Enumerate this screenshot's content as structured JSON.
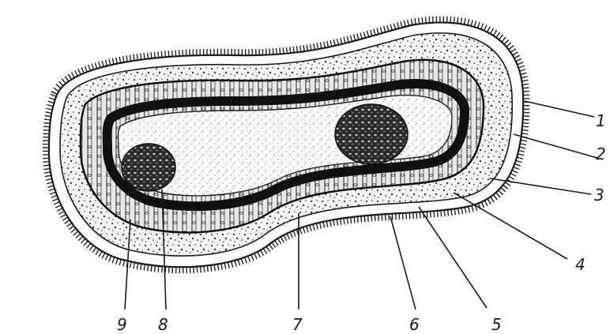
{
  "labels": [
    "1",
    "2",
    "3",
    "4",
    "5",
    "6",
    "7",
    "8",
    "9"
  ],
  "colors": {
    "ink": "#1a1a1a",
    "paper": "#ffffff"
  }
}
